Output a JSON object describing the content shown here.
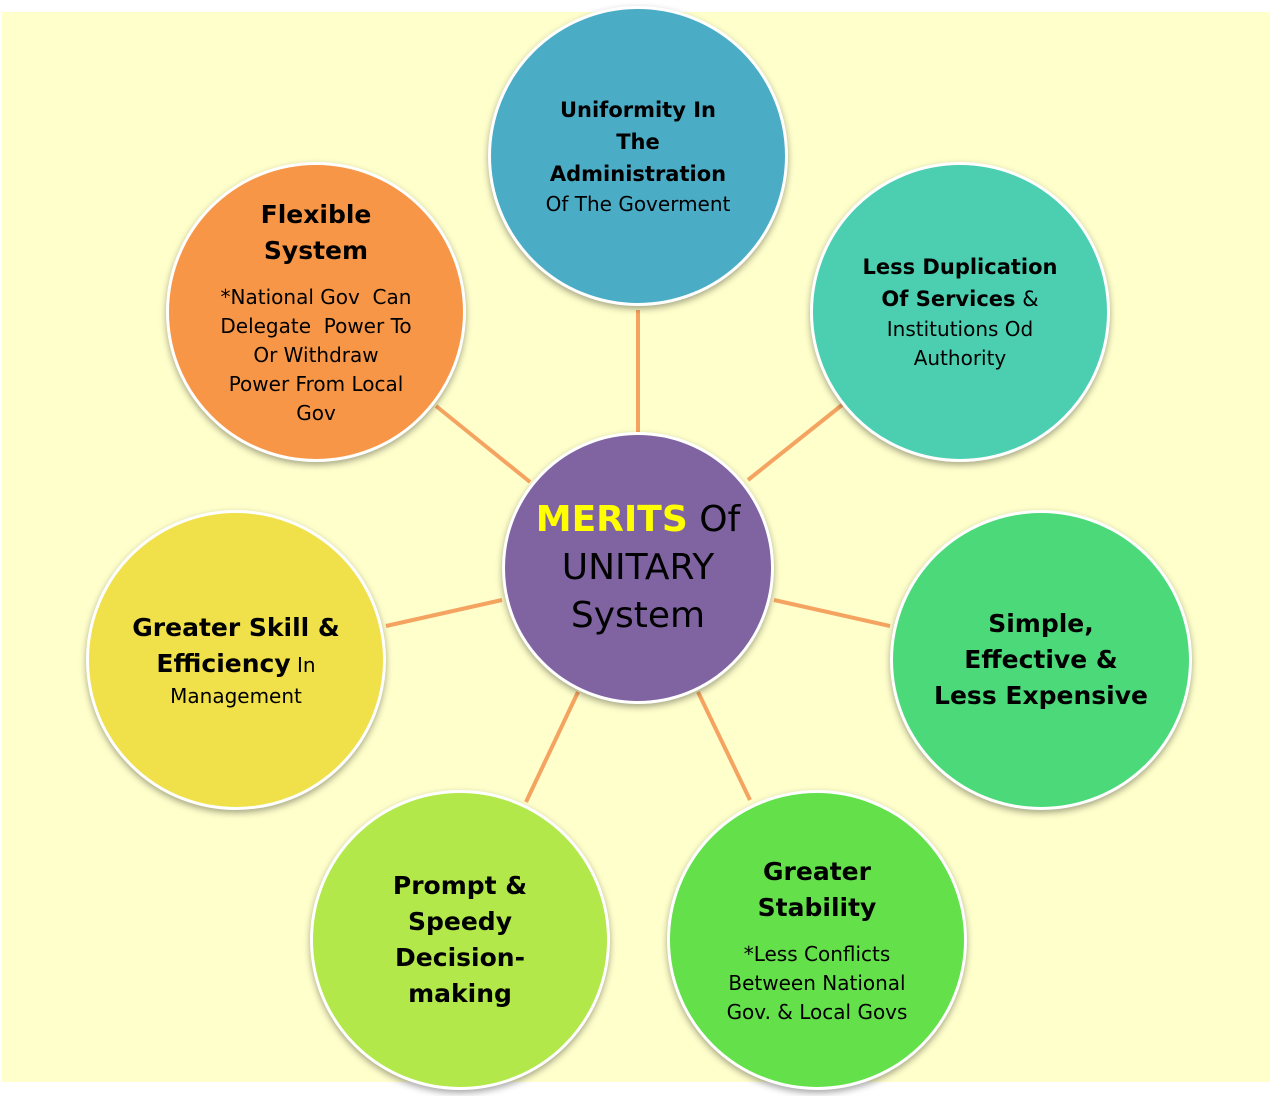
{
  "colors": {
    "background": "#ffffcc",
    "connector": "#f4a460",
    "center": "#8064a2",
    "uniformity": "#4bacc6",
    "duplication": "#4bcfb0",
    "simple": "#4cd97a",
    "stability": "#63e04a",
    "prompt": "#b2e84a",
    "skill": "#f0e04a",
    "flexible": "#f79646",
    "merits_highlight": "#ffff00"
  },
  "center": {
    "highlight": "MERITS",
    "rest": " Of",
    "line2": "UNITARY",
    "line3": "System"
  },
  "nodes": {
    "uniformity": {
      "line1": "Uniformity In",
      "line2": "The",
      "line3": "Administration",
      "line4": "Of The Goverment"
    },
    "duplication": {
      "line1": "Less Duplication",
      "line2_bold": "Of Services",
      "line2_rest": " &",
      "line3": "Institutions Od",
      "line4": "Authority"
    },
    "simple": {
      "line1": "Simple,",
      "line2": "Effective &",
      "line3": "Less Expensive"
    },
    "stability": {
      "title1": "Greater",
      "title2": "Stability",
      "line1": "*Less Conflicts",
      "line2": "Between National",
      "line3": "Gov. & Local Govs"
    },
    "prompt": {
      "line1": "Prompt &",
      "line2": "Speedy",
      "line3": "Decision-",
      "line4": "making"
    },
    "skill": {
      "line1": "Greater Skill &",
      "line2_bold": "Efficiency",
      "line2_rest": " In",
      "line3": "Management"
    },
    "flexible": {
      "title1": "Flexible",
      "title2": "System",
      "line1": "*National Gov  Can",
      "line2": "Delegate  Power To",
      "line3": "Or Withdraw",
      "line4": "Power From Local",
      "line5": "Gov"
    }
  }
}
